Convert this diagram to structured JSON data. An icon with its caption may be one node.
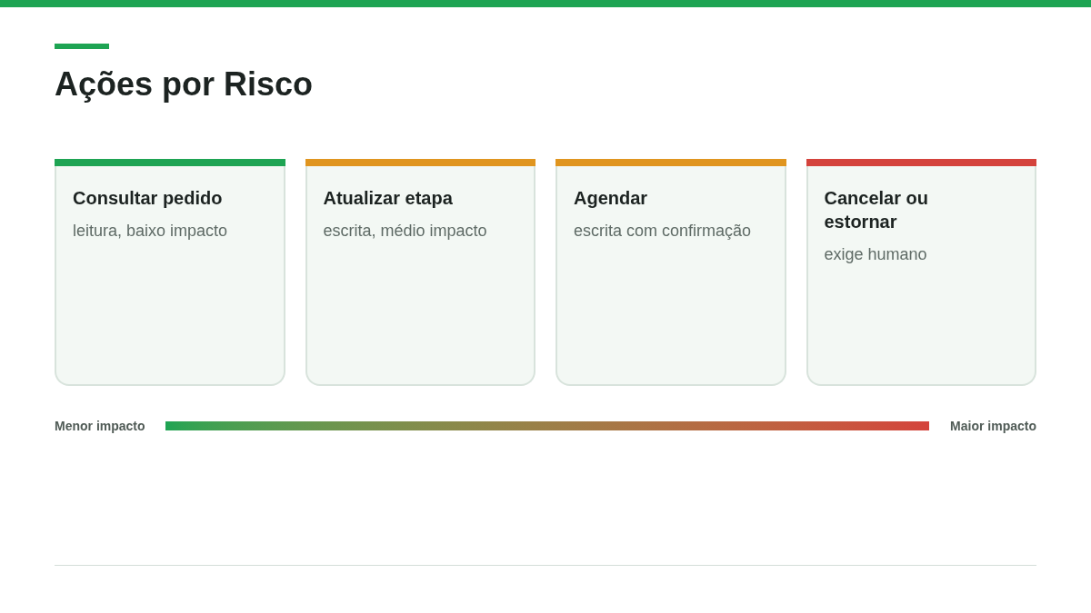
{
  "diagram": {
    "title": "Ações por Risco",
    "nodes": [
      {
        "text": [
          "Consultar pedido",
          "leitura, baixo impacto"
        ]
      },
      {
        "text": [
          "Atualizar etapa",
          "escrita, médio impacto"
        ]
      },
      {
        "text": [
          "Agendar",
          "escrita com confirmação"
        ]
      },
      {
        "text": [
          "Cancelar ou estornar",
          "exige humano"
        ]
      }
    ],
    "labels": [
      "Menor impacto",
      "Maior impacto"
    ]
  }
}
